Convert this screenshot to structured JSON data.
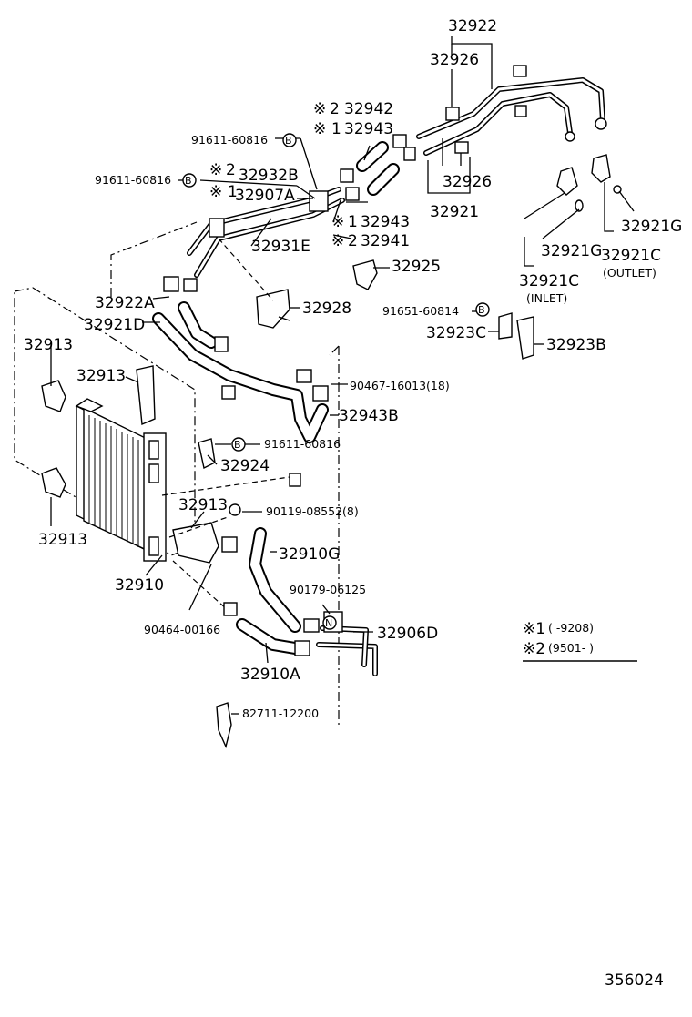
{
  "labels": {
    "p32922": "32922",
    "p32926_top": "32926",
    "p32942": "32942",
    "p32943_top": "32943",
    "p91611_a": "91611-60816",
    "p91611_b": "91611-60816",
    "p32932B": "32932B",
    "p32907A": "32907A",
    "p32926_mid": "32926",
    "p32921": "32921",
    "p32943_mid": "32943",
    "p32941": "32941",
    "p32931E": "32931E",
    "p32921G_right": "32921G",
    "p32921G_mid": "32921G",
    "p32921C_inlet": "32921C",
    "inlet": "(INLET)",
    "p32921C_outlet": "32921C",
    "outlet": "(OUTLET)",
    "p32925": "32925",
    "p32922A": "32922A",
    "p32921D": "32921D",
    "p32928": "32928",
    "p91651": "91651-60814",
    "p32923C": "32923C",
    "p32923B": "32923B",
    "p32913_a": "32913",
    "p32913_b": "32913",
    "p90467": "90467-16013(18)",
    "p32943B": "32943B",
    "p91611_c": "91611-60816",
    "p32924": "32924",
    "p32913_c": "32913",
    "p90119": "90119-08552(8)",
    "p32913_d": "32913",
    "p32910G": "32910G",
    "p32910": "32910",
    "p90179": "90179-06125",
    "p90464": "90464-00166",
    "p32906D": "32906D",
    "p32910A": "32910A",
    "p82711": "82711-12200",
    "figure_number": "356024"
  },
  "marks": {
    "star": "※",
    "one": "1",
    "two": "2",
    "B": "B",
    "N": "N"
  },
  "legend": {
    "row1_mark": "※1",
    "row1_text": "(      -9208)",
    "row2_mark": "※2",
    "row2_text": "(9501-       )"
  }
}
